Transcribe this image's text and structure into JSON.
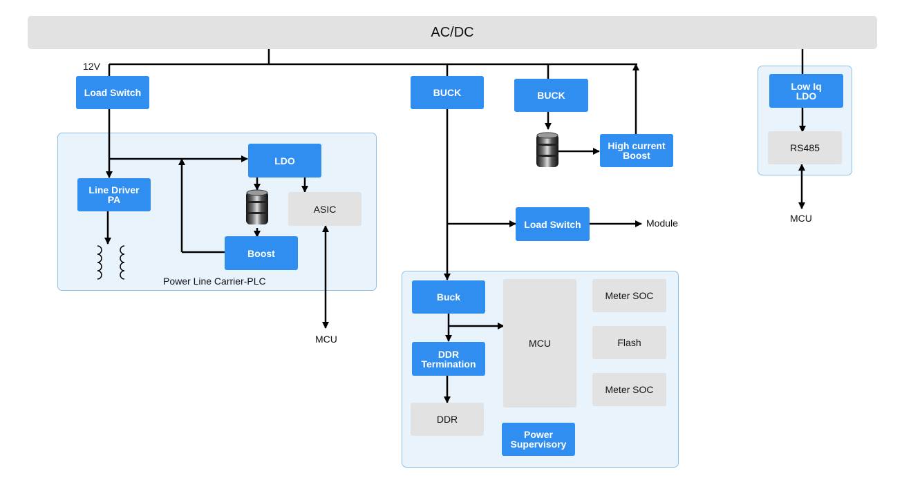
{
  "ac_dc": "AC/DC",
  "rail_label": "12V",
  "left": {
    "load_switch": "Load Switch",
    "line_driver": "Line Driver\nPA",
    "ldo": "LDO",
    "asic": "ASIC",
    "boost": "Boost",
    "region_label": "Power Line Carrier-PLC",
    "mcu": "MCU"
  },
  "middle": {
    "buck_1": "BUCK",
    "buck_2": "BUCK",
    "high_current_boost": "High current\nBoost",
    "load_switch": "Load Switch",
    "module": "Module"
  },
  "meter": {
    "buck": "Buck",
    "ddr_termination": "DDR\nTermination",
    "ddr": "DDR",
    "mcu": "MCU",
    "power_supervisory": "Power\nSupervisory",
    "meter_soc_1": "Meter SOC",
    "flash": "Flash",
    "meter_soc_2": "Meter SOC"
  },
  "right": {
    "low_iq_ldo": "Low Iq\nLDO",
    "rs485": "RS485",
    "mcu": "MCU"
  }
}
